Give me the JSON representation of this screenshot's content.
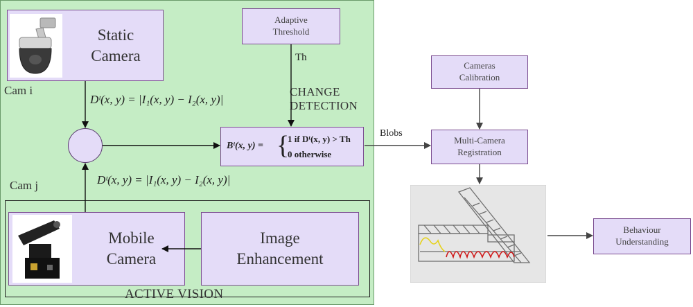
{
  "panel": {
    "static_camera": "Static\nCamera",
    "cam_i": "Cam i",
    "cam_j": "Cam j",
    "formula_top": "Dᵗ(x, y) = |I₁(x, y) − I₂(x, y)|",
    "formula_bottom": "Dᵗ(x, y) = |I₁(x, y) − I₂(x, y)|",
    "change_detection": "CHANGE\nDETECTION",
    "threshold_symbol": "Th",
    "active_vision": "ACTIVE VISION",
    "mobile_camera": "Mobile\nCamera",
    "image_enhancement": "Image\nEnhancement"
  },
  "adaptive_threshold": "Adaptive\nThreshold",
  "binary_formula": {
    "lhs": "Bᵗ(x, y) =",
    "case1": "1  if  Dᵗ(x, y) > Th",
    "case2": "0  otherwise"
  },
  "blobs_label": "Blobs",
  "cameras_calibration": "Cameras\nCalibration",
  "multi_camera_registration": "Multi-Camera\nRegistration",
  "behaviour_understanding": "Behaviour\nUnderstanding",
  "colors": {
    "panel_green": "#c5edc5",
    "box_lavender": "#e4dcf8",
    "box_border": "#7b4c90",
    "floorplan_bg": "#e6e6e6",
    "track_red": "#d01818",
    "track_yellow": "#e6d21c"
  }
}
